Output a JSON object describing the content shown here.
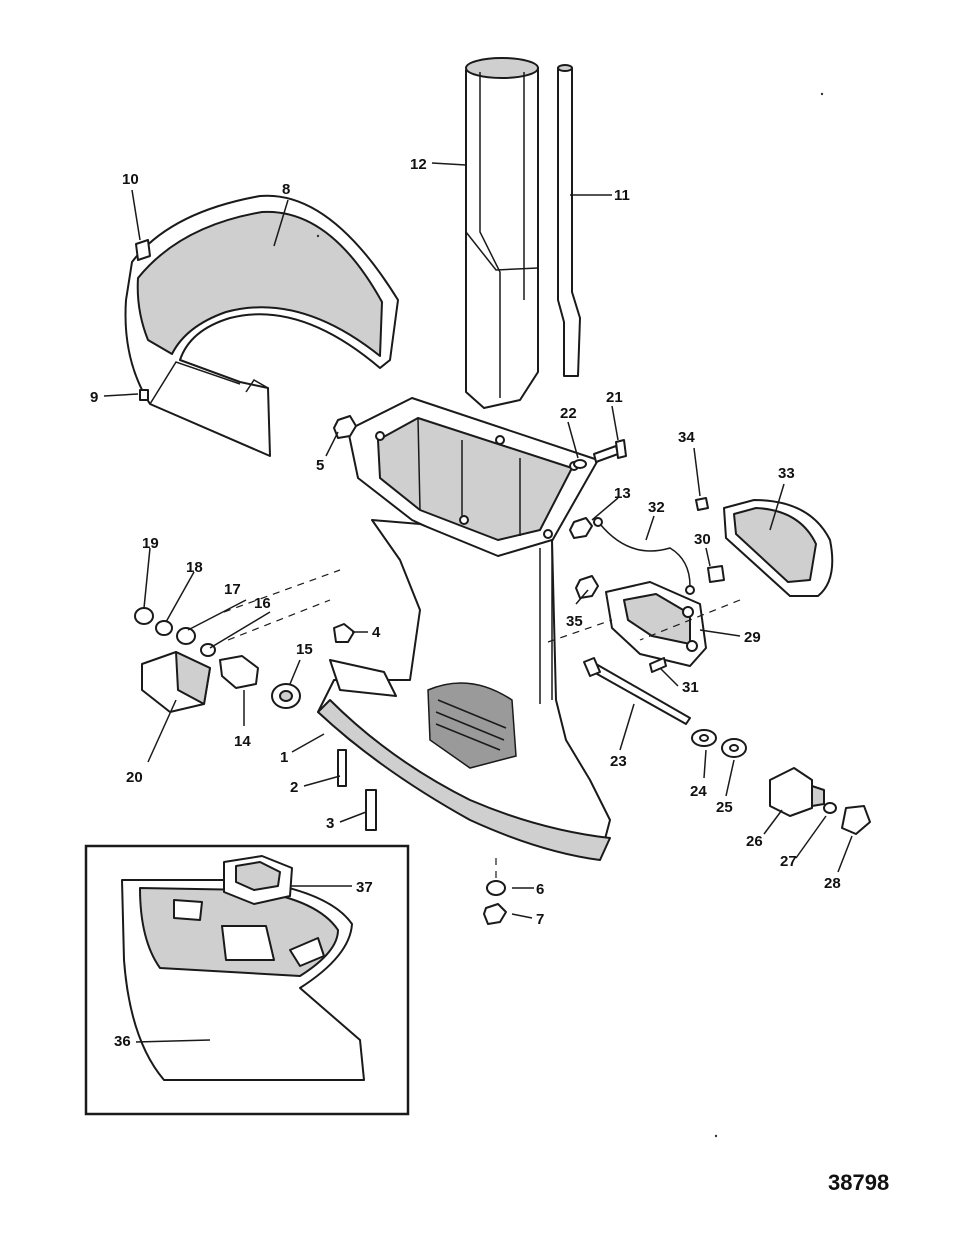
{
  "reference_number": "38798",
  "callouts": [
    {
      "id": "c1",
      "label": "1"
    },
    {
      "id": "c2",
      "label": "2"
    },
    {
      "id": "c3",
      "label": "3"
    },
    {
      "id": "c4",
      "label": "4"
    },
    {
      "id": "c5",
      "label": "5"
    },
    {
      "id": "c6",
      "label": "6"
    },
    {
      "id": "c7",
      "label": "7"
    },
    {
      "id": "c8",
      "label": "8"
    },
    {
      "id": "c9",
      "label": "9"
    },
    {
      "id": "c10",
      "label": "10"
    },
    {
      "id": "c11",
      "label": "11"
    },
    {
      "id": "c12",
      "label": "12"
    },
    {
      "id": "c13",
      "label": "13"
    },
    {
      "id": "c14",
      "label": "14"
    },
    {
      "id": "c15",
      "label": "15"
    },
    {
      "id": "c16",
      "label": "16"
    },
    {
      "id": "c17",
      "label": "17"
    },
    {
      "id": "c18",
      "label": "18"
    },
    {
      "id": "c19",
      "label": "19"
    },
    {
      "id": "c20",
      "label": "20"
    },
    {
      "id": "c21",
      "label": "21"
    },
    {
      "id": "c22",
      "label": "22"
    },
    {
      "id": "c23",
      "label": "23"
    },
    {
      "id": "c24",
      "label": "24"
    },
    {
      "id": "c25",
      "label": "25"
    },
    {
      "id": "c26",
      "label": "26"
    },
    {
      "id": "c27",
      "label": "27"
    },
    {
      "id": "c28",
      "label": "28"
    },
    {
      "id": "c29",
      "label": "29"
    },
    {
      "id": "c30",
      "label": "30"
    },
    {
      "id": "c31",
      "label": "31"
    },
    {
      "id": "c32",
      "label": "32"
    },
    {
      "id": "c33",
      "label": "33"
    },
    {
      "id": "c34",
      "label": "34"
    },
    {
      "id": "c35",
      "label": "35"
    },
    {
      "id": "c36",
      "label": "36"
    },
    {
      "id": "c37",
      "label": "37"
    }
  ]
}
